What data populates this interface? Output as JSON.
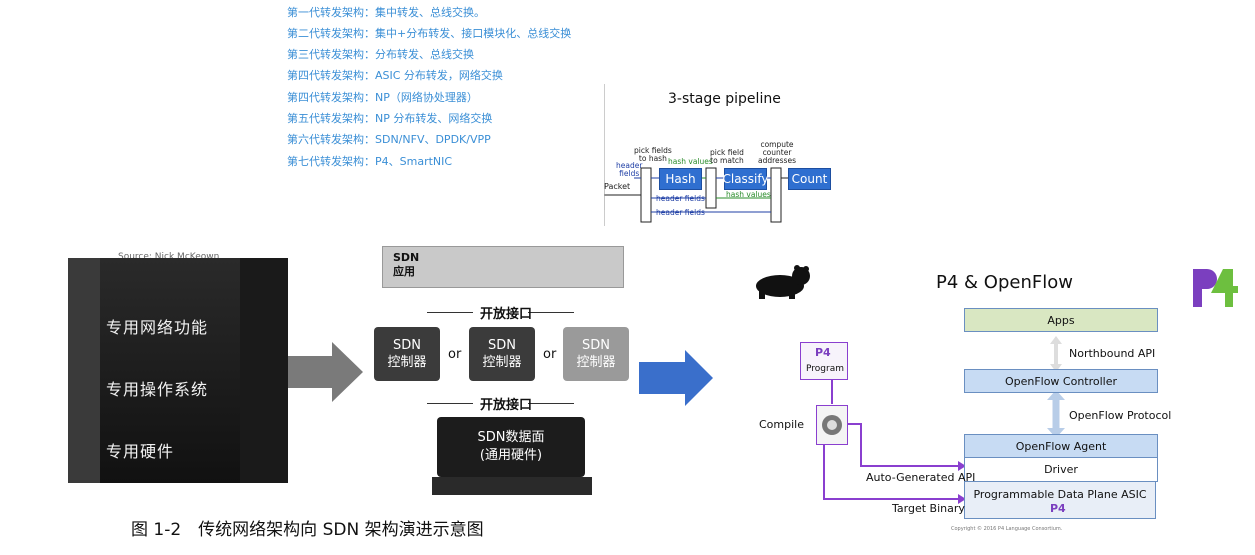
{
  "generations": [
    "第一代转发架构：集中转发、总线交换。",
    "第二代转发架构：集中+分布转发、接口模块化、总线交换",
    "第三代转发架构：分布转发、总线交换",
    "第四代转发架构：ASIC 分布转发，网络交换",
    "第四代转发架构：NP（网络协处理器）",
    "第五代转发架构：NP 分布转发、网络交换",
    "第六代转发架构：SDN/NFV、DPDK/VPP",
    "第七代转发架构：P4、SmartNIC"
  ],
  "pipeline": {
    "title": "3-stage pipeline",
    "packet": "Packet",
    "header_fields_in": "header\nfields",
    "pick_fields_hash": "pick fields\nto hash",
    "hash_values": "hash values",
    "pick_field_match": "pick field\nto match",
    "compute_counter": "compute\ncounter\naddresses",
    "hash_values_2": "hash values",
    "header_fields_a": "header fields",
    "header_fields_b": "header fields",
    "hash": "Hash",
    "classify": "Classify",
    "count": "Count"
  },
  "sdn": {
    "source": "Source: Nick McKeown",
    "rack_labels": [
      "专用网络功能",
      "专用操作系统",
      "专用硬件"
    ],
    "app": "SDN\n应用",
    "open_interface_top": "开放接口",
    "open_interface_bottom": "开放接口",
    "controller_line1": "SDN",
    "controller_line2": "控制器",
    "or": "or",
    "data_plane_line1": "SDN数据面",
    "data_plane_line2": "(通用硬件)",
    "caption": "图 1-2　传统网络架构向 SDN 架构演进示意图"
  },
  "p4of": {
    "title": "P4 & OpenFlow",
    "apps": "Apps",
    "northbound": "Northbound API",
    "controller": "OpenFlow Controller",
    "protocol": "OpenFlow Protocol",
    "agent": "OpenFlow Agent",
    "driver": "Driver",
    "asic": "Programmable Data Plane ASIC",
    "program": "Program",
    "compile": "Compile",
    "auto_api": "Auto-Generated API",
    "target_binary": "Target Binary",
    "copyright": "Copyright © 2016 P4 Language Consortium.",
    "logo_text": "P4"
  },
  "colors": {
    "list_text": "#3b8fd6",
    "pipeline_box": "#2f6fd0",
    "of_box_blue": "#c7dbf3",
    "of_box_green": "#d9e7c2",
    "purple": "#8a3fcf",
    "p4_logo_purple": "#7b3fbf",
    "p4_logo_green": "#6dbf3f"
  },
  "icons": [
    "bear-icon",
    "gear-compile-icon",
    "p4-logo-icon"
  ]
}
